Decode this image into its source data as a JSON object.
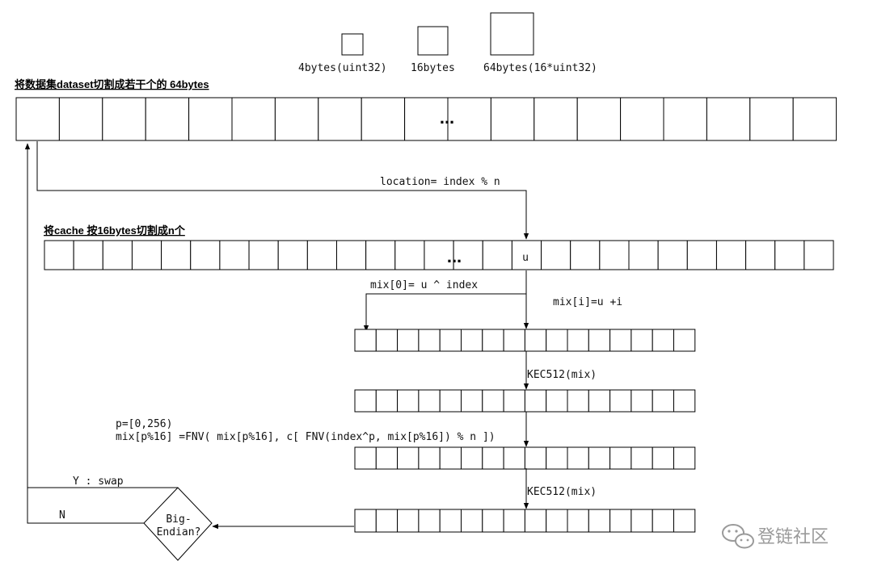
{
  "legend": {
    "items": [
      {
        "label": "4bytes(uint32)"
      },
      {
        "label": "16bytes"
      },
      {
        "label": "64bytes(16*uint32)"
      }
    ]
  },
  "dataset_row": {
    "title": "将数据集dataset切割成若干个的 64bytes",
    "ellipsis": "..."
  },
  "cache_row": {
    "title": "将cache 按16bytes切割成n个",
    "ellipsis": "...",
    "selected_cell_label": "u"
  },
  "labels": {
    "location": "location= index % n",
    "mix0": "mix[0]= u ^ index",
    "mixi": "mix[i]=u +i",
    "kec1": "KEC512(mix)",
    "fnv_range": "p=[0,256)",
    "fnv_formula": "mix[p%16] =FNV( mix[p%16], c[ FNV(index^p, mix[p%16]) % n ])",
    "kec2": "KEC512(mix)",
    "yes_branch": "Y : swap",
    "no_branch": "N",
    "decision_line1": "Big-",
    "decision_line2": "Endian?"
  },
  "watermark": {
    "text": "登链社区",
    "icon": "wechat-icon"
  }
}
